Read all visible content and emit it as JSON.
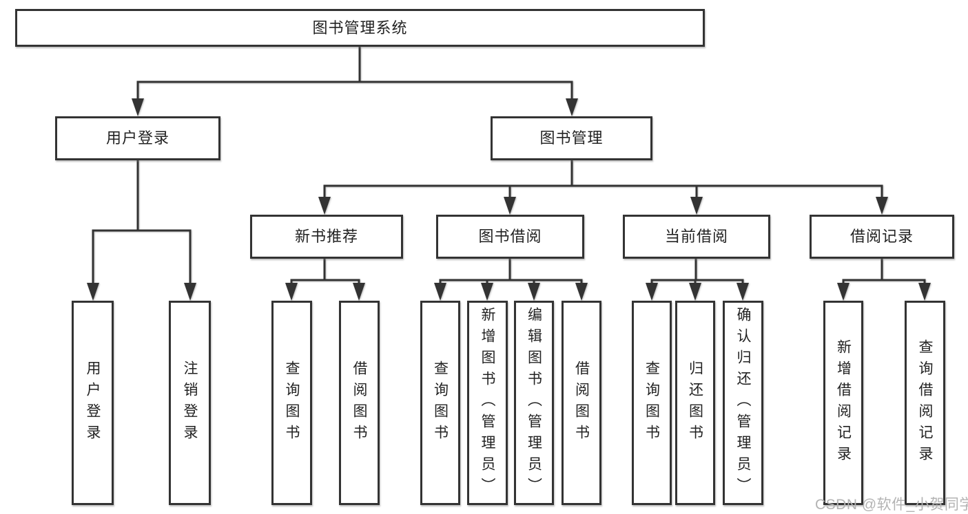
{
  "root": {
    "label": "图书管理系统"
  },
  "branches": [
    {
      "label": "用户登录",
      "children": [
        {
          "label": "用户登录"
        },
        {
          "label": "注销登录"
        }
      ]
    },
    {
      "label": "图书管理",
      "children": [
        {
          "label": "新书推荐",
          "children": [
            {
              "label": "查询图书"
            },
            {
              "label": "借阅图书"
            }
          ]
        },
        {
          "label": "图书借阅",
          "children": [
            {
              "label": "查询图书"
            },
            {
              "label": "新增图书（管理员）"
            },
            {
              "label": "编辑图书（管理员）"
            },
            {
              "label": "借阅图书"
            }
          ]
        },
        {
          "label": "当前借阅",
          "children": [
            {
              "label": "查询图书"
            },
            {
              "label": "归还图书"
            },
            {
              "label": "确认归还（管理员）"
            }
          ]
        },
        {
          "label": "借阅记录",
          "children": [
            {
              "label": "新增借阅记录"
            },
            {
              "label": "查询借阅记录"
            }
          ]
        }
      ]
    }
  ],
  "watermark": {
    "text": "CSDN @软件_小贺同学"
  },
  "colors": {
    "background": "#ffffff",
    "line": "#333333",
    "box_border": "#333333",
    "text": "#222222",
    "watermark": "#b3b3b3"
  }
}
